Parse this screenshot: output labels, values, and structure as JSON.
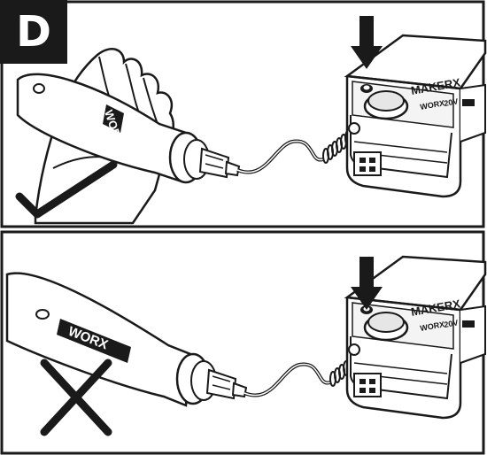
{
  "step": {
    "label": "D"
  },
  "panels": [
    {
      "verdict": "correct",
      "verdict_icon": "checkmark-icon",
      "tool_brand": "WORX",
      "device_brand": "MAKERX",
      "device_badge": "WORX",
      "device_voltage": "20V"
    },
    {
      "verdict": "incorrect",
      "verdict_icon": "x-mark-icon",
      "tool_brand": "WORX",
      "device_brand": "MAKERX",
      "device_badge": "WORX",
      "device_voltage": "20V"
    }
  ],
  "colors": {
    "line": "#1a1a1a",
    "background": "#ffffff",
    "label_bg": "#1a1a1a"
  }
}
